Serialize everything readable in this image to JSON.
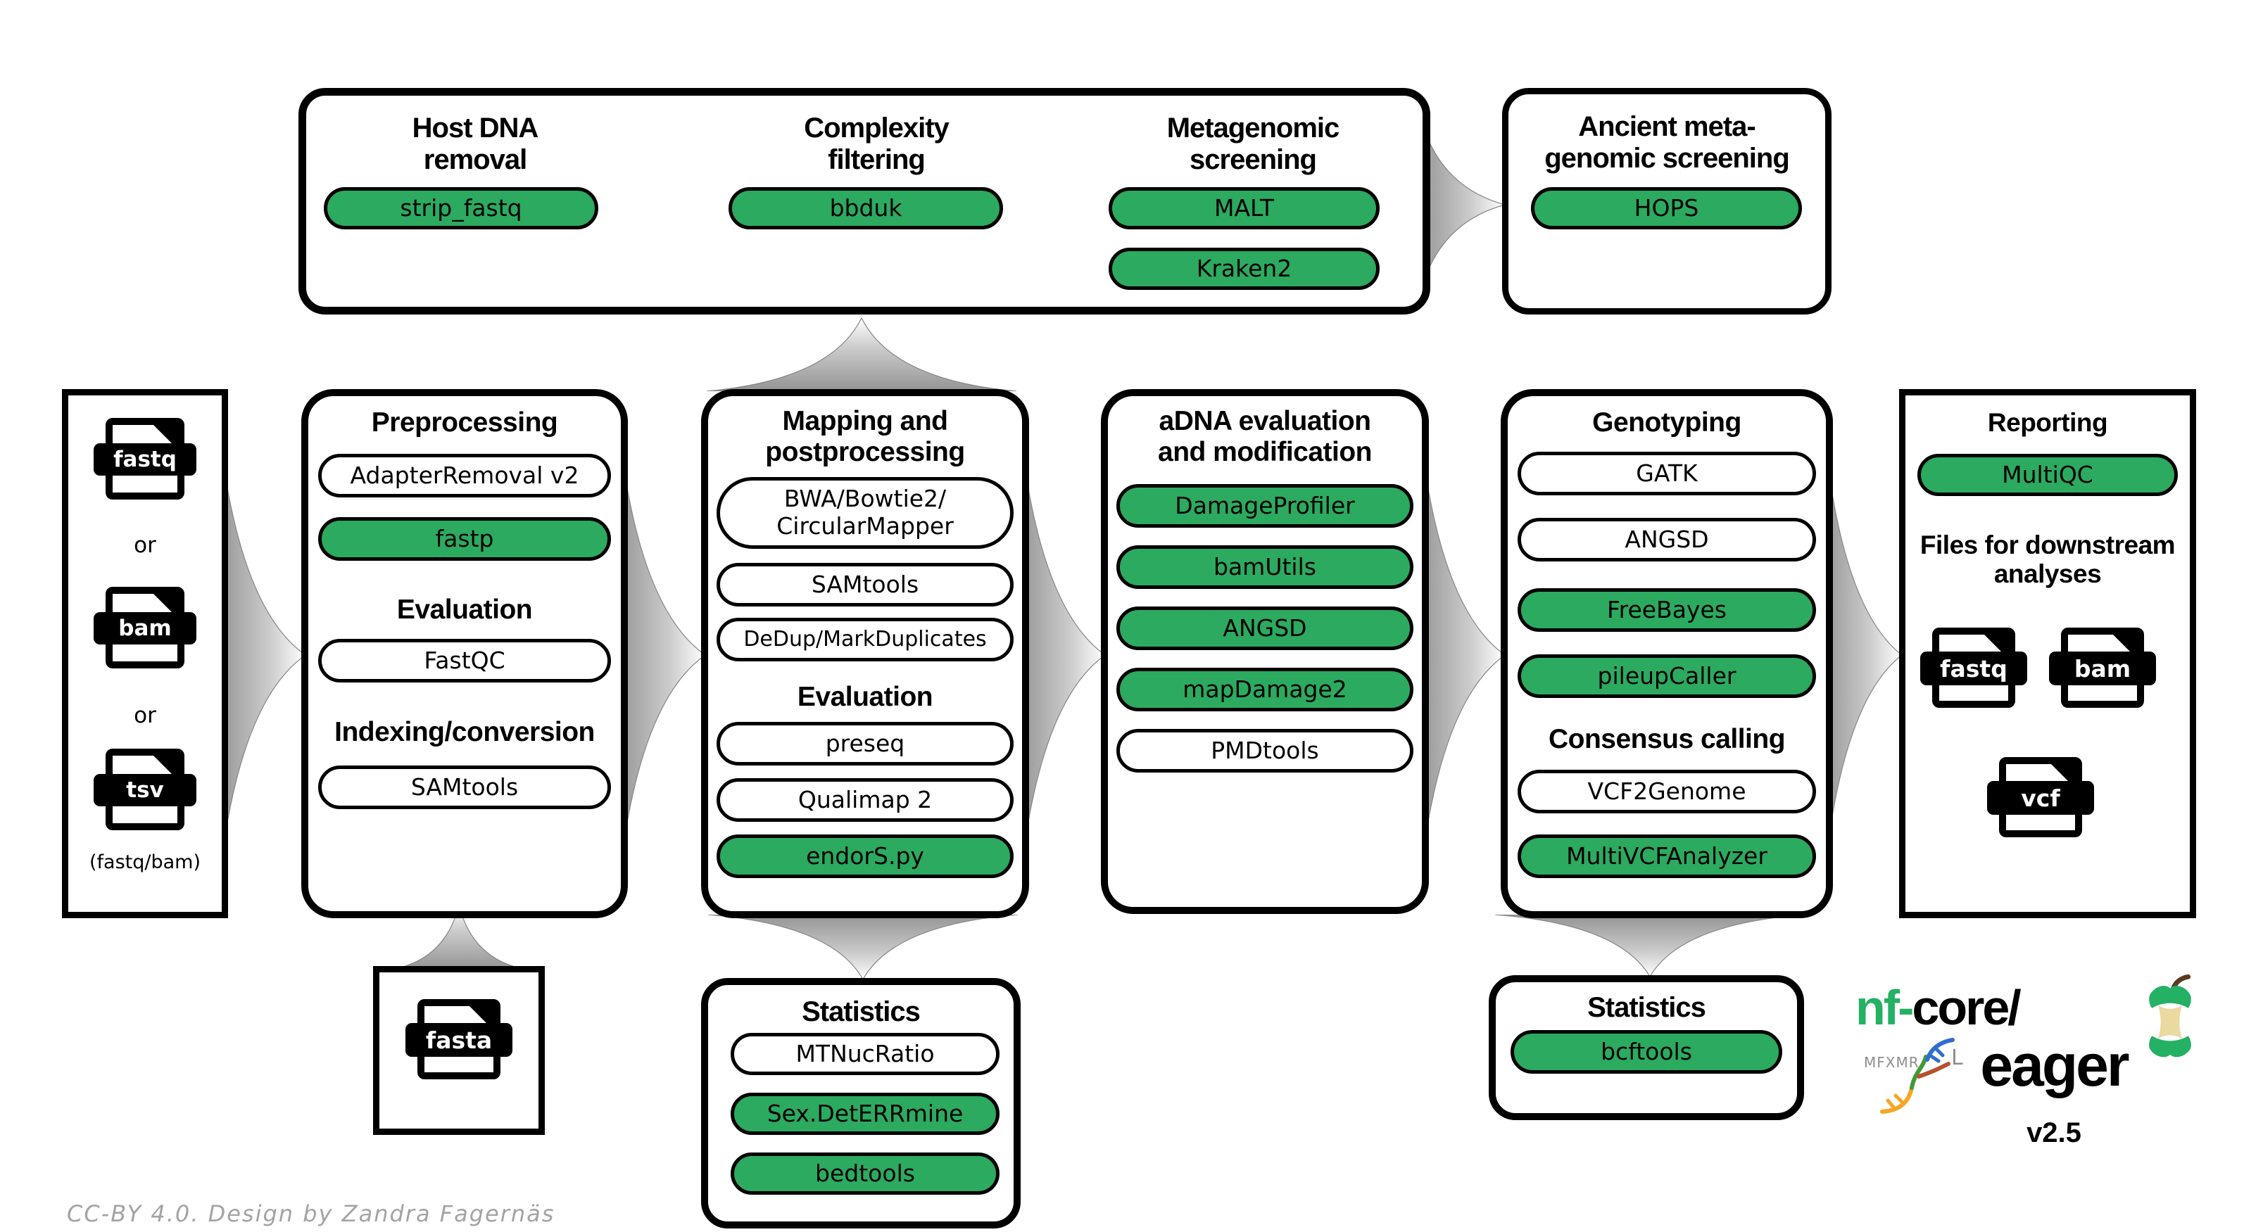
{
  "colors": {
    "green": "#2caa5f",
    "logo_green": "#24b164",
    "box_border": "#000000",
    "arrow_dark": "#949494",
    "arrow_light": "#ffffff",
    "footer_gray": "#a3a3a3"
  },
  "top_row": {
    "host_dna": {
      "heading": [
        "Host DNA",
        "removal"
      ],
      "tools": [
        {
          "label": "strip_fastq",
          "highlighted": true
        }
      ]
    },
    "complexity": {
      "heading": [
        "Complexity",
        "filtering"
      ],
      "tools": [
        {
          "label": "bbduk",
          "highlighted": true
        }
      ]
    },
    "metagenomic": {
      "heading": [
        "Metagenomic",
        "screening"
      ],
      "tools": [
        {
          "label": "MALT",
          "highlighted": true
        },
        {
          "label": "Kraken2",
          "highlighted": true
        }
      ]
    },
    "ancient": {
      "heading": [
        "Ancient meta-",
        "genomic screening"
      ],
      "tools": [
        {
          "label": "HOPS",
          "highlighted": true
        }
      ]
    }
  },
  "input": {
    "or_label": "or",
    "note": "(fastq/bam)",
    "file_types": [
      "fastq",
      "bam",
      "tsv"
    ]
  },
  "reference": {
    "file_type": "fasta"
  },
  "preprocessing": {
    "heading": "Preprocessing",
    "tools": [
      {
        "label": "AdapterRemoval v2",
        "highlighted": false
      },
      {
        "label": "fastp",
        "highlighted": true
      }
    ],
    "evaluation_heading": "Evaluation",
    "evaluation_tools": [
      {
        "label": "FastQC",
        "highlighted": false
      }
    ],
    "indexing_heading": "Indexing/conversion",
    "indexing_tools": [
      {
        "label": "SAMtools",
        "highlighted": false
      }
    ]
  },
  "mapping": {
    "heading": [
      "Mapping and",
      "postprocessing"
    ],
    "tools": [
      {
        "label": "BWA/Bowtie2/\nCircularMapper",
        "highlighted": false
      },
      {
        "label": "SAMtools",
        "highlighted": false
      },
      {
        "label": "DeDup/MarkDuplicates",
        "highlighted": false
      }
    ],
    "evaluation_heading": "Evaluation",
    "evaluation_tools": [
      {
        "label": "preseq",
        "highlighted": false
      },
      {
        "label": "Qualimap 2",
        "highlighted": false
      },
      {
        "label": "endorS.py",
        "highlighted": true
      }
    ]
  },
  "adna": {
    "heading": [
      "aDNA evaluation",
      "and modification"
    ],
    "tools": [
      {
        "label": "DamageProfiler",
        "highlighted": true
      },
      {
        "label": "bamUtils",
        "highlighted": true
      },
      {
        "label": "ANGSD",
        "highlighted": true
      },
      {
        "label": "mapDamage2",
        "highlighted": true
      },
      {
        "label": "PMDtools",
        "highlighted": false
      }
    ]
  },
  "genotyping": {
    "heading": "Genotyping",
    "tools": [
      {
        "label": "GATK",
        "highlighted": false
      },
      {
        "label": "ANGSD",
        "highlighted": false
      },
      {
        "label": "FreeBayes",
        "highlighted": true
      },
      {
        "label": "pileupCaller",
        "highlighted": true
      }
    ],
    "consensus_heading": "Consensus calling",
    "consensus_tools": [
      {
        "label": "VCF2Genome",
        "highlighted": false
      },
      {
        "label": "MultiVCFAnalyzer",
        "highlighted": true
      }
    ]
  },
  "reporting": {
    "heading": "Reporting",
    "tools": [
      {
        "label": "MultiQC",
        "highlighted": true
      }
    ],
    "files_heading": [
      "Files for downstream",
      "analyses"
    ],
    "file_types": [
      "fastq",
      "bam",
      "vcf"
    ]
  },
  "stats_mapping": {
    "heading": "Statistics",
    "tools": [
      {
        "label": "MTNucRatio",
        "highlighted": false
      },
      {
        "label": "Sex.DetERRmine",
        "highlighted": true
      },
      {
        "label": "bedtools",
        "highlighted": true
      }
    ]
  },
  "stats_genotyping": {
    "heading": "Statistics",
    "tools": [
      {
        "label": "bcftools",
        "highlighted": true
      }
    ]
  },
  "logo": {
    "prefix_green": "nf-",
    "prefix_black": "core/",
    "name": "eager",
    "version": "v2.5",
    "runes": "MFXMR",
    "rune_right": "L"
  },
  "footer": {
    "credit": "CC-BY 4.0. Design by Zandra Fagernäs"
  }
}
